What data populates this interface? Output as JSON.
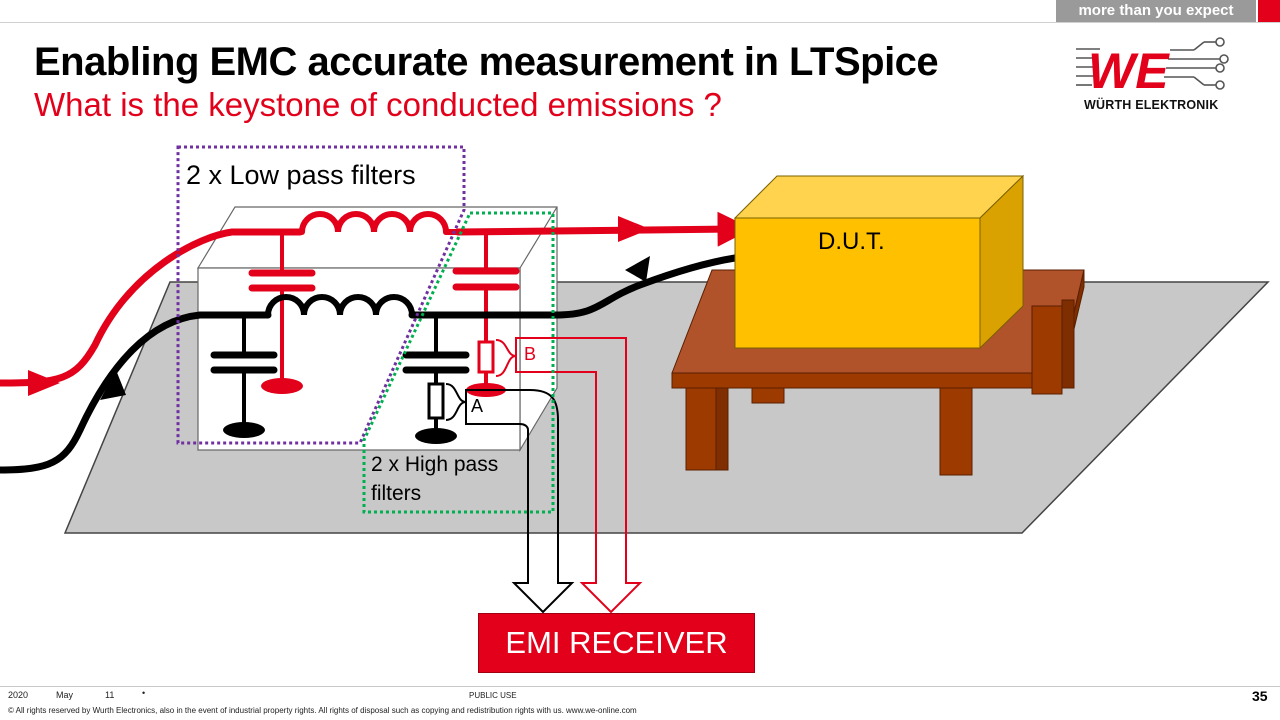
{
  "header": {
    "tagline": "more than you expect",
    "title": "Enabling EMC accurate measurement in LTSpice",
    "subtitle": "What is the keystone of conducted emissions ?"
  },
  "logo": {
    "mark": "WE",
    "company": "WÜRTH ELEKTRONIK"
  },
  "diagram": {
    "lpf_label": "2 x Low pass filters",
    "hpf_label": "2 x High pass filters",
    "dut_label": "D.U.T.",
    "test_point_a": "A",
    "test_point_b": "B",
    "receiver_label": "EMI RECEIVER"
  },
  "colors": {
    "brand_red": "#e2001a",
    "dut_yellow": "#ffc000",
    "table_brown": "#9c3a00",
    "ground_plane": "#c8c8c8",
    "lpf_outline": "#7030a0",
    "hpf_outline": "#00b050"
  },
  "footer": {
    "year": "2020",
    "month": "May",
    "day": "11",
    "bullet": "•",
    "classification": "PUBLIC USE",
    "page": "35",
    "copyright": "© All rights reserved by Wurth Electronics, also in the event of industrial property rights. All rights of disposal such as copying and redistribution rights with us. www.we-online.com"
  }
}
